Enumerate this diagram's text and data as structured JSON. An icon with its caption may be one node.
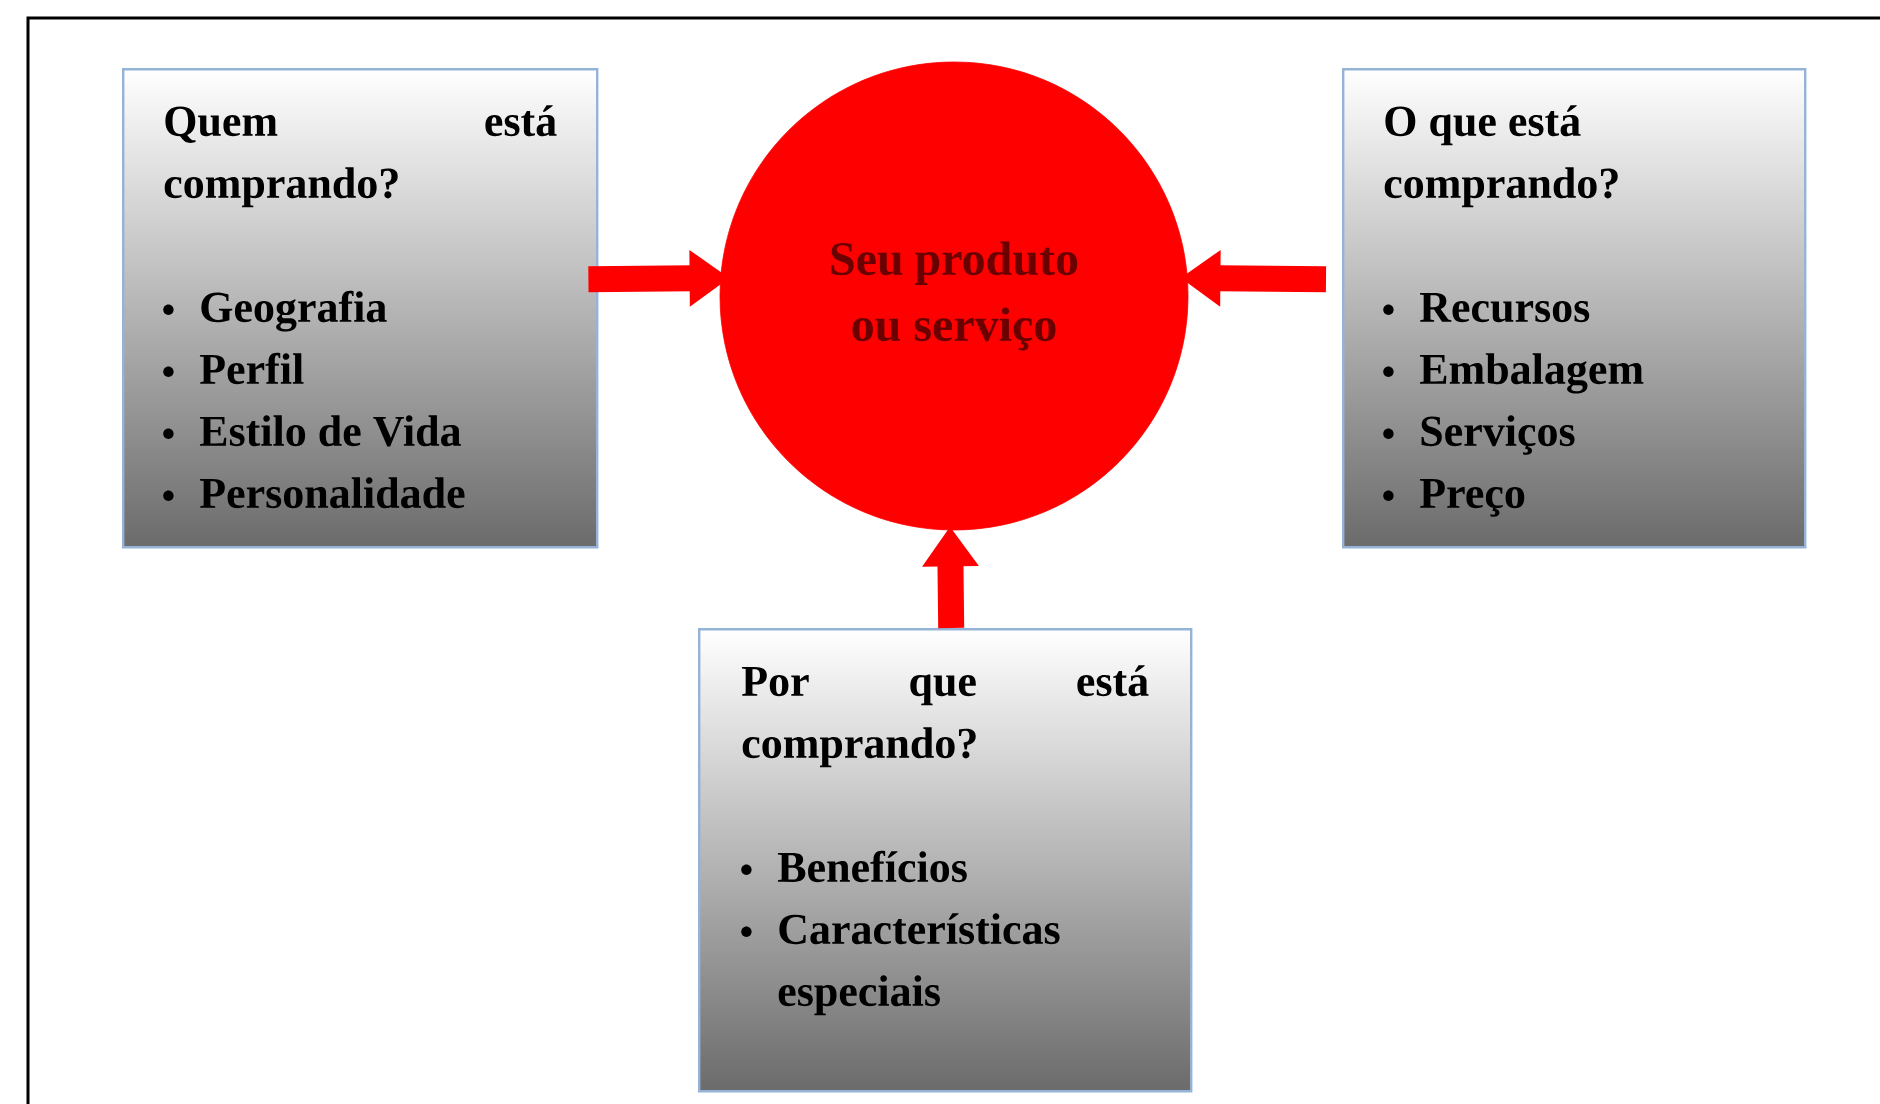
{
  "diagram": {
    "nodes": [
      {
        "text": [
          "Quem está comprando?",
          "Geografia",
          "Perfil",
          "Estilo de Vida",
          "Personalidade"
        ]
      },
      {
        "text": [
          "Seu produto ou serviço"
        ]
      },
      {
        "text": [
          "O que está comprando?",
          "Recursos",
          "Embalagem",
          "Serviços",
          "Preço"
        ]
      },
      {
        "text": [
          "Por que está comprando?",
          "Benefícios",
          "Características especiais"
        ]
      }
    ],
    "edges": [
      {
        "from": 0,
        "to": 1,
        "arrow": "to"
      },
      {
        "from": 2,
        "to": 1,
        "arrow": "to"
      },
      {
        "from": 3,
        "to": 1,
        "arrow": "to"
      }
    ]
  }
}
